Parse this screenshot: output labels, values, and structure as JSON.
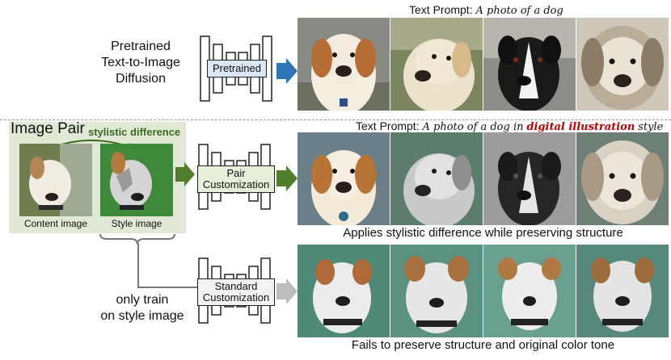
{
  "row1": {
    "left_label": [
      "Pretrained",
      "Text-to-Image",
      "Diffusion"
    ],
    "network_label": "Pretrained",
    "prompt_prefix": "Text Prompt:",
    "prompt_text": "A photo of a dog"
  },
  "row2": {
    "pair_title": "Image Pair",
    "pair_diff_label": "stylistic difference",
    "content_caption": "Content image",
    "style_caption": "Style image",
    "network_label": [
      "Pair",
      "Customization"
    ],
    "prompt_prefix": "Text Prompt:",
    "prompt_before": "A photo of a dog in",
    "prompt_highlight": "digital illustration",
    "prompt_after": "style",
    "result_caption": "Applies stylistic difference while preserving structure"
  },
  "row3": {
    "side_label": [
      "only train",
      "on style image"
    ],
    "network_label": [
      "Standard",
      "Customization"
    ],
    "result_caption": "Fails to preserve structure and original color tone"
  },
  "colors": {
    "blue_arrow": "#2f74b5",
    "green_arrow": "#4f7f2a",
    "gray_arrow": "#bdbdbd",
    "pair_box_bg": "#dfe9d5",
    "pair_title_green": "#3a6b1f",
    "highlight_red": "#c00000"
  },
  "icons": [
    "network-blocks-icon",
    "right-arrow-icon",
    "curly-brace-icon",
    "curved-arrow-icon",
    "dog-photo"
  ]
}
